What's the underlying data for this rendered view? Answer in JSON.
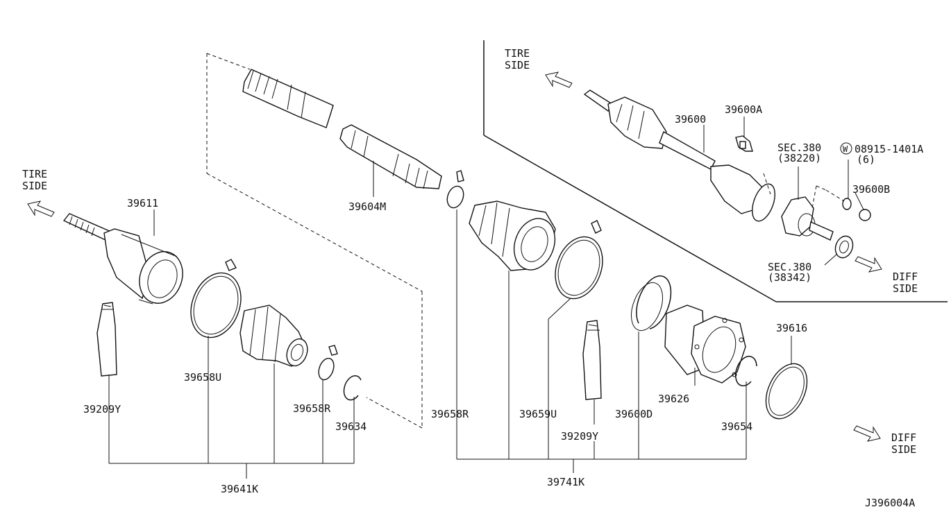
{
  "labels": {
    "tire_side_left": [
      "TIRE",
      "SIDE"
    ],
    "tire_side_right": [
      "TIRE",
      "SIDE"
    ],
    "diff_side_bottom": [
      "DIFF",
      "SIDE"
    ],
    "diff_side_inset": [
      "DIFF",
      "SIDE"
    ],
    "p39611": "39611",
    "p39604M": "39604M",
    "p39209Y_left": "39209Y",
    "p39658U": "39658U",
    "p39658R_left": "39658R",
    "p39634": "39634",
    "p39641K": "39641K",
    "p39658R_mid": "39658R",
    "p39659U": "39659U",
    "p39209Y_mid": "39209Y",
    "p39600D": "39600D",
    "p39626": "39626",
    "p39654": "39654",
    "p39616": "39616",
    "p39741K": "39741K",
    "p39600": "39600",
    "p39600A": "39600A",
    "p39600B": "39600B",
    "sec380_a": "SEC.380",
    "sec380_a_ref": "(38220)",
    "sec380_b": "SEC.380",
    "sec380_b_ref": "(38342)",
    "washer_symbol": "W",
    "washer_part": "08915-1401A",
    "washer_qty": "(6)",
    "diagram_code": "J396004A"
  }
}
